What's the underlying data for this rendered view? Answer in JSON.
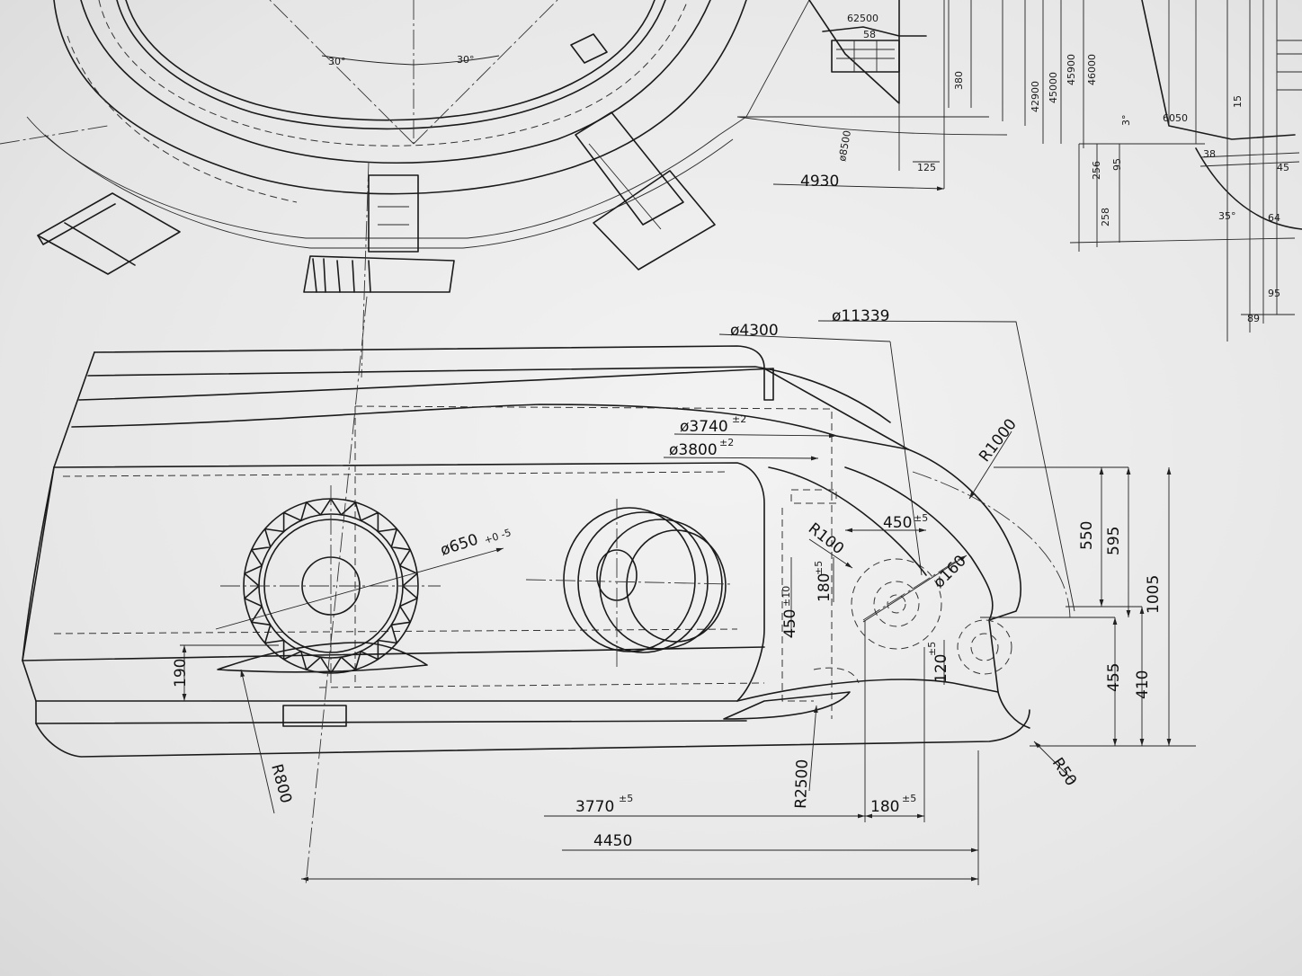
{
  "drawing": {
    "front_view": {
      "d_4300": "ø4300",
      "d_11339": "ø11339",
      "d_3740": "ø3740",
      "d_3740_tol": "±2",
      "d_3800": "ø3800",
      "d_3800_tol": "±2",
      "d_650": "ø650",
      "d_650_tol": "+0 -5",
      "d_160": "ø160",
      "r_1000": "R1000",
      "r_100": "R100",
      "r_800": "R800",
      "r_2500": "R2500",
      "r_50": "R50",
      "h_450_top": "450",
      "h_450_top_tol": "±5",
      "h_180_v": "180",
      "h_180_v_tol": "±5",
      "h_450_v": "450",
      "h_450_v_tol": "±10",
      "h_120_v": "120",
      "h_120_v_tol": "±5",
      "h_190": "190",
      "h_550": "550",
      "h_595": "595",
      "h_1005": "1005",
      "h_455": "455",
      "h_410": "410",
      "w_3770": "3770",
      "w_3770_tol": "±5",
      "w_180": "180",
      "w_180_tol": "±5",
      "w_4450": "4450"
    },
    "top_view": {
      "d_4930": "4930",
      "d_380": "380",
      "d_125": "125",
      "d_8500": "ø8500",
      "d_62500": "62500",
      "d_58": "58",
      "a_30_l": "30°",
      "a_30_r": "30°",
      "d_42900": "42900",
      "d_45000": "45000",
      "d_45900": "45900",
      "d_46000": "46000",
      "d_256": "256",
      "d_95": "95",
      "d_258": "258",
      "d_3": "3°",
      "d_6050": "6050",
      "d_38": "38",
      "d_64": "64",
      "d_89": "89",
      "d_95b": "95",
      "d_45": "45",
      "d_35": "35°",
      "d_15": "15"
    }
  }
}
